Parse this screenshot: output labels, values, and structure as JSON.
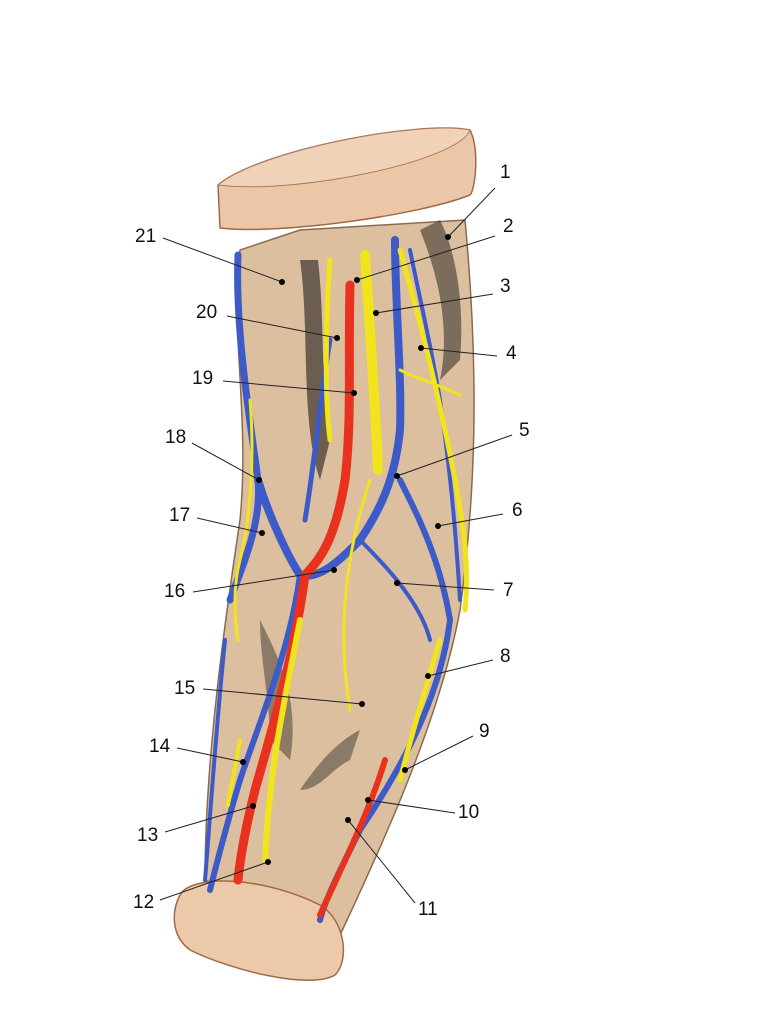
{
  "figure": {
    "labels": [
      "1",
      "2",
      "3",
      "4",
      "5",
      "6",
      "7",
      "8",
      "9",
      "10",
      "11",
      "12",
      "13",
      "14",
      "15",
      "16",
      "17",
      "18",
      "19",
      "20",
      "21"
    ]
  },
  "colors": {
    "skin": "#e8c4a0",
    "muscle": "#dcc0a0",
    "artery": "#e8321e",
    "vein": "#3c5ac8",
    "nerve": "#f2e41c",
    "shadow": "#3a3530"
  }
}
